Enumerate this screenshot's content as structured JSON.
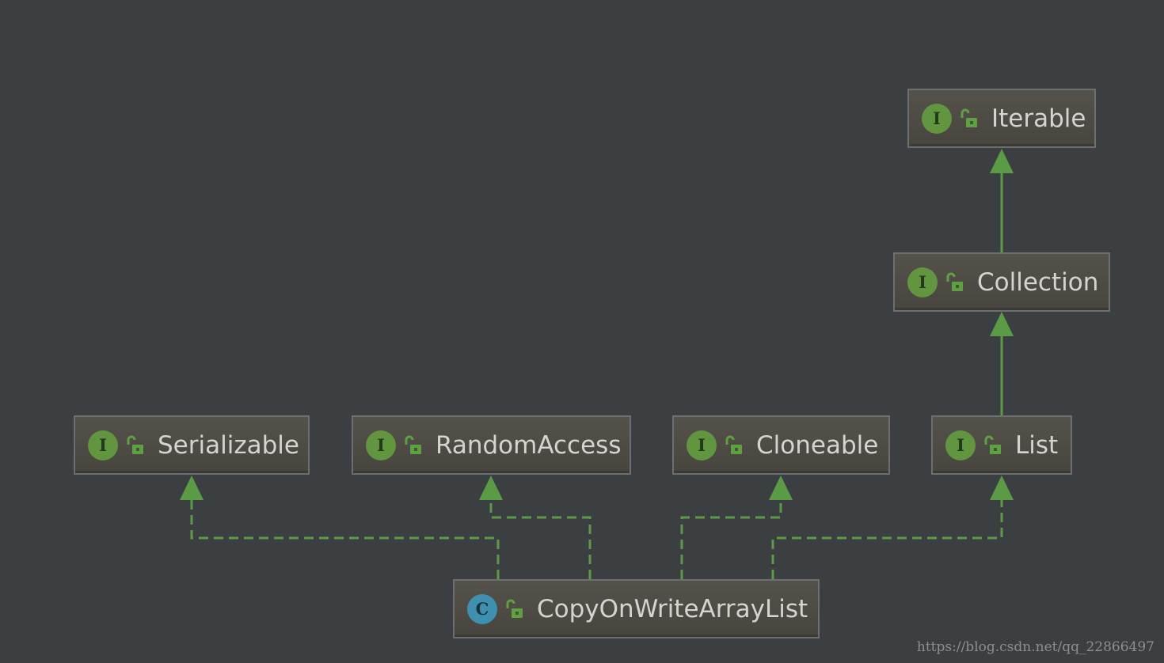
{
  "diagram": {
    "nodes": [
      {
        "id": "iterable",
        "label": "Iterable",
        "kind": "interface",
        "kind_letter": "I",
        "icon": "unlocked-padlock-icon"
      },
      {
        "id": "collection",
        "label": "Collection",
        "kind": "interface",
        "kind_letter": "I",
        "icon": "unlocked-padlock-icon"
      },
      {
        "id": "serializable",
        "label": "Serializable",
        "kind": "interface",
        "kind_letter": "I",
        "icon": "unlocked-padlock-icon"
      },
      {
        "id": "randomaccess",
        "label": "RandomAccess",
        "kind": "interface",
        "kind_letter": "I",
        "icon": "unlocked-padlock-icon"
      },
      {
        "id": "cloneable",
        "label": "Cloneable",
        "kind": "interface",
        "kind_letter": "I",
        "icon": "unlocked-padlock-icon"
      },
      {
        "id": "list",
        "label": "List",
        "kind": "interface",
        "kind_letter": "I",
        "icon": "unlocked-padlock-icon"
      },
      {
        "id": "copyonwritearraylist",
        "label": "CopyOnWriteArrayList",
        "kind": "class",
        "kind_letter": "C",
        "icon": "unlocked-padlock-icon"
      }
    ],
    "edges": [
      {
        "from": "collection",
        "to": "iterable",
        "type": "extends",
        "style": "solid"
      },
      {
        "from": "list",
        "to": "collection",
        "type": "extends",
        "style": "solid"
      },
      {
        "from": "copyonwritearraylist",
        "to": "serializable",
        "type": "implements",
        "style": "dashed"
      },
      {
        "from": "copyonwritearraylist",
        "to": "randomaccess",
        "type": "implements",
        "style": "dashed"
      },
      {
        "from": "copyonwritearraylist",
        "to": "cloneable",
        "type": "implements",
        "style": "dashed"
      },
      {
        "from": "copyonwritearraylist",
        "to": "list",
        "type": "implements",
        "style": "dashed"
      }
    ]
  },
  "colors": {
    "background": "#3b3f42",
    "edge": "#5c9b45",
    "interface_badge": "#62953f",
    "class_badge": "#3f8fae",
    "node_text": "#d4d4d2"
  },
  "watermark": "https://blog.csdn.net/qq_22866497"
}
